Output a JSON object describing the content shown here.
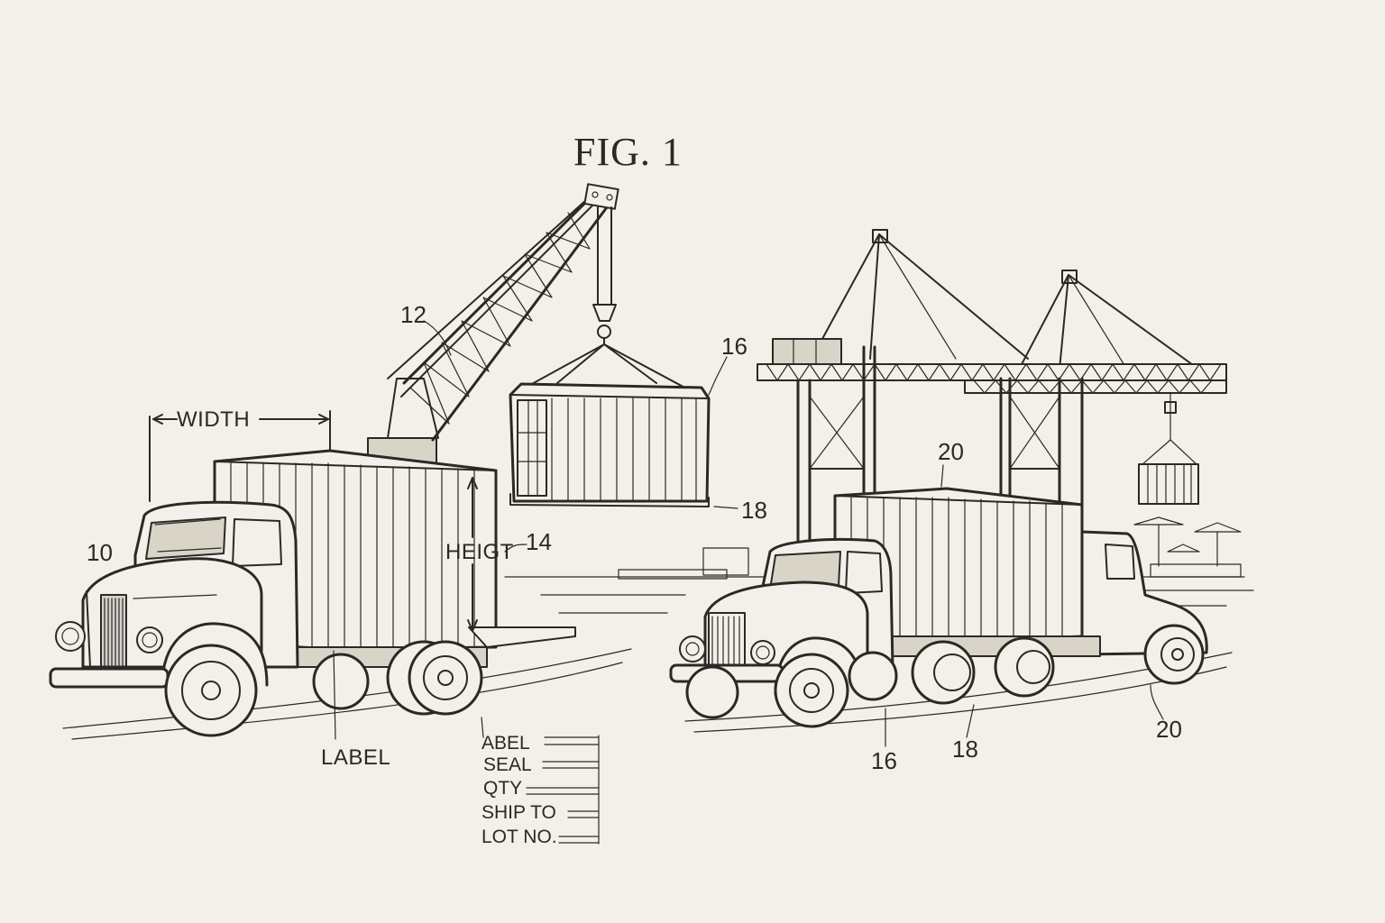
{
  "figure": {
    "title": "FIG. 1",
    "refs": {
      "r10": "10",
      "r12": "12",
      "r14": "14",
      "r16_container": "16",
      "r18_container": "18",
      "r20_top": "20",
      "r16_truck": "16",
      "r18_truck": "18",
      "r20_truck": "20"
    },
    "annotations": {
      "width": "WIDTH",
      "height": "HEIGT",
      "label": "LABEL"
    },
    "label_fields": [
      "ABEL",
      "SEAL",
      "QTY",
      "SHIP TO",
      "LOT NO."
    ]
  }
}
